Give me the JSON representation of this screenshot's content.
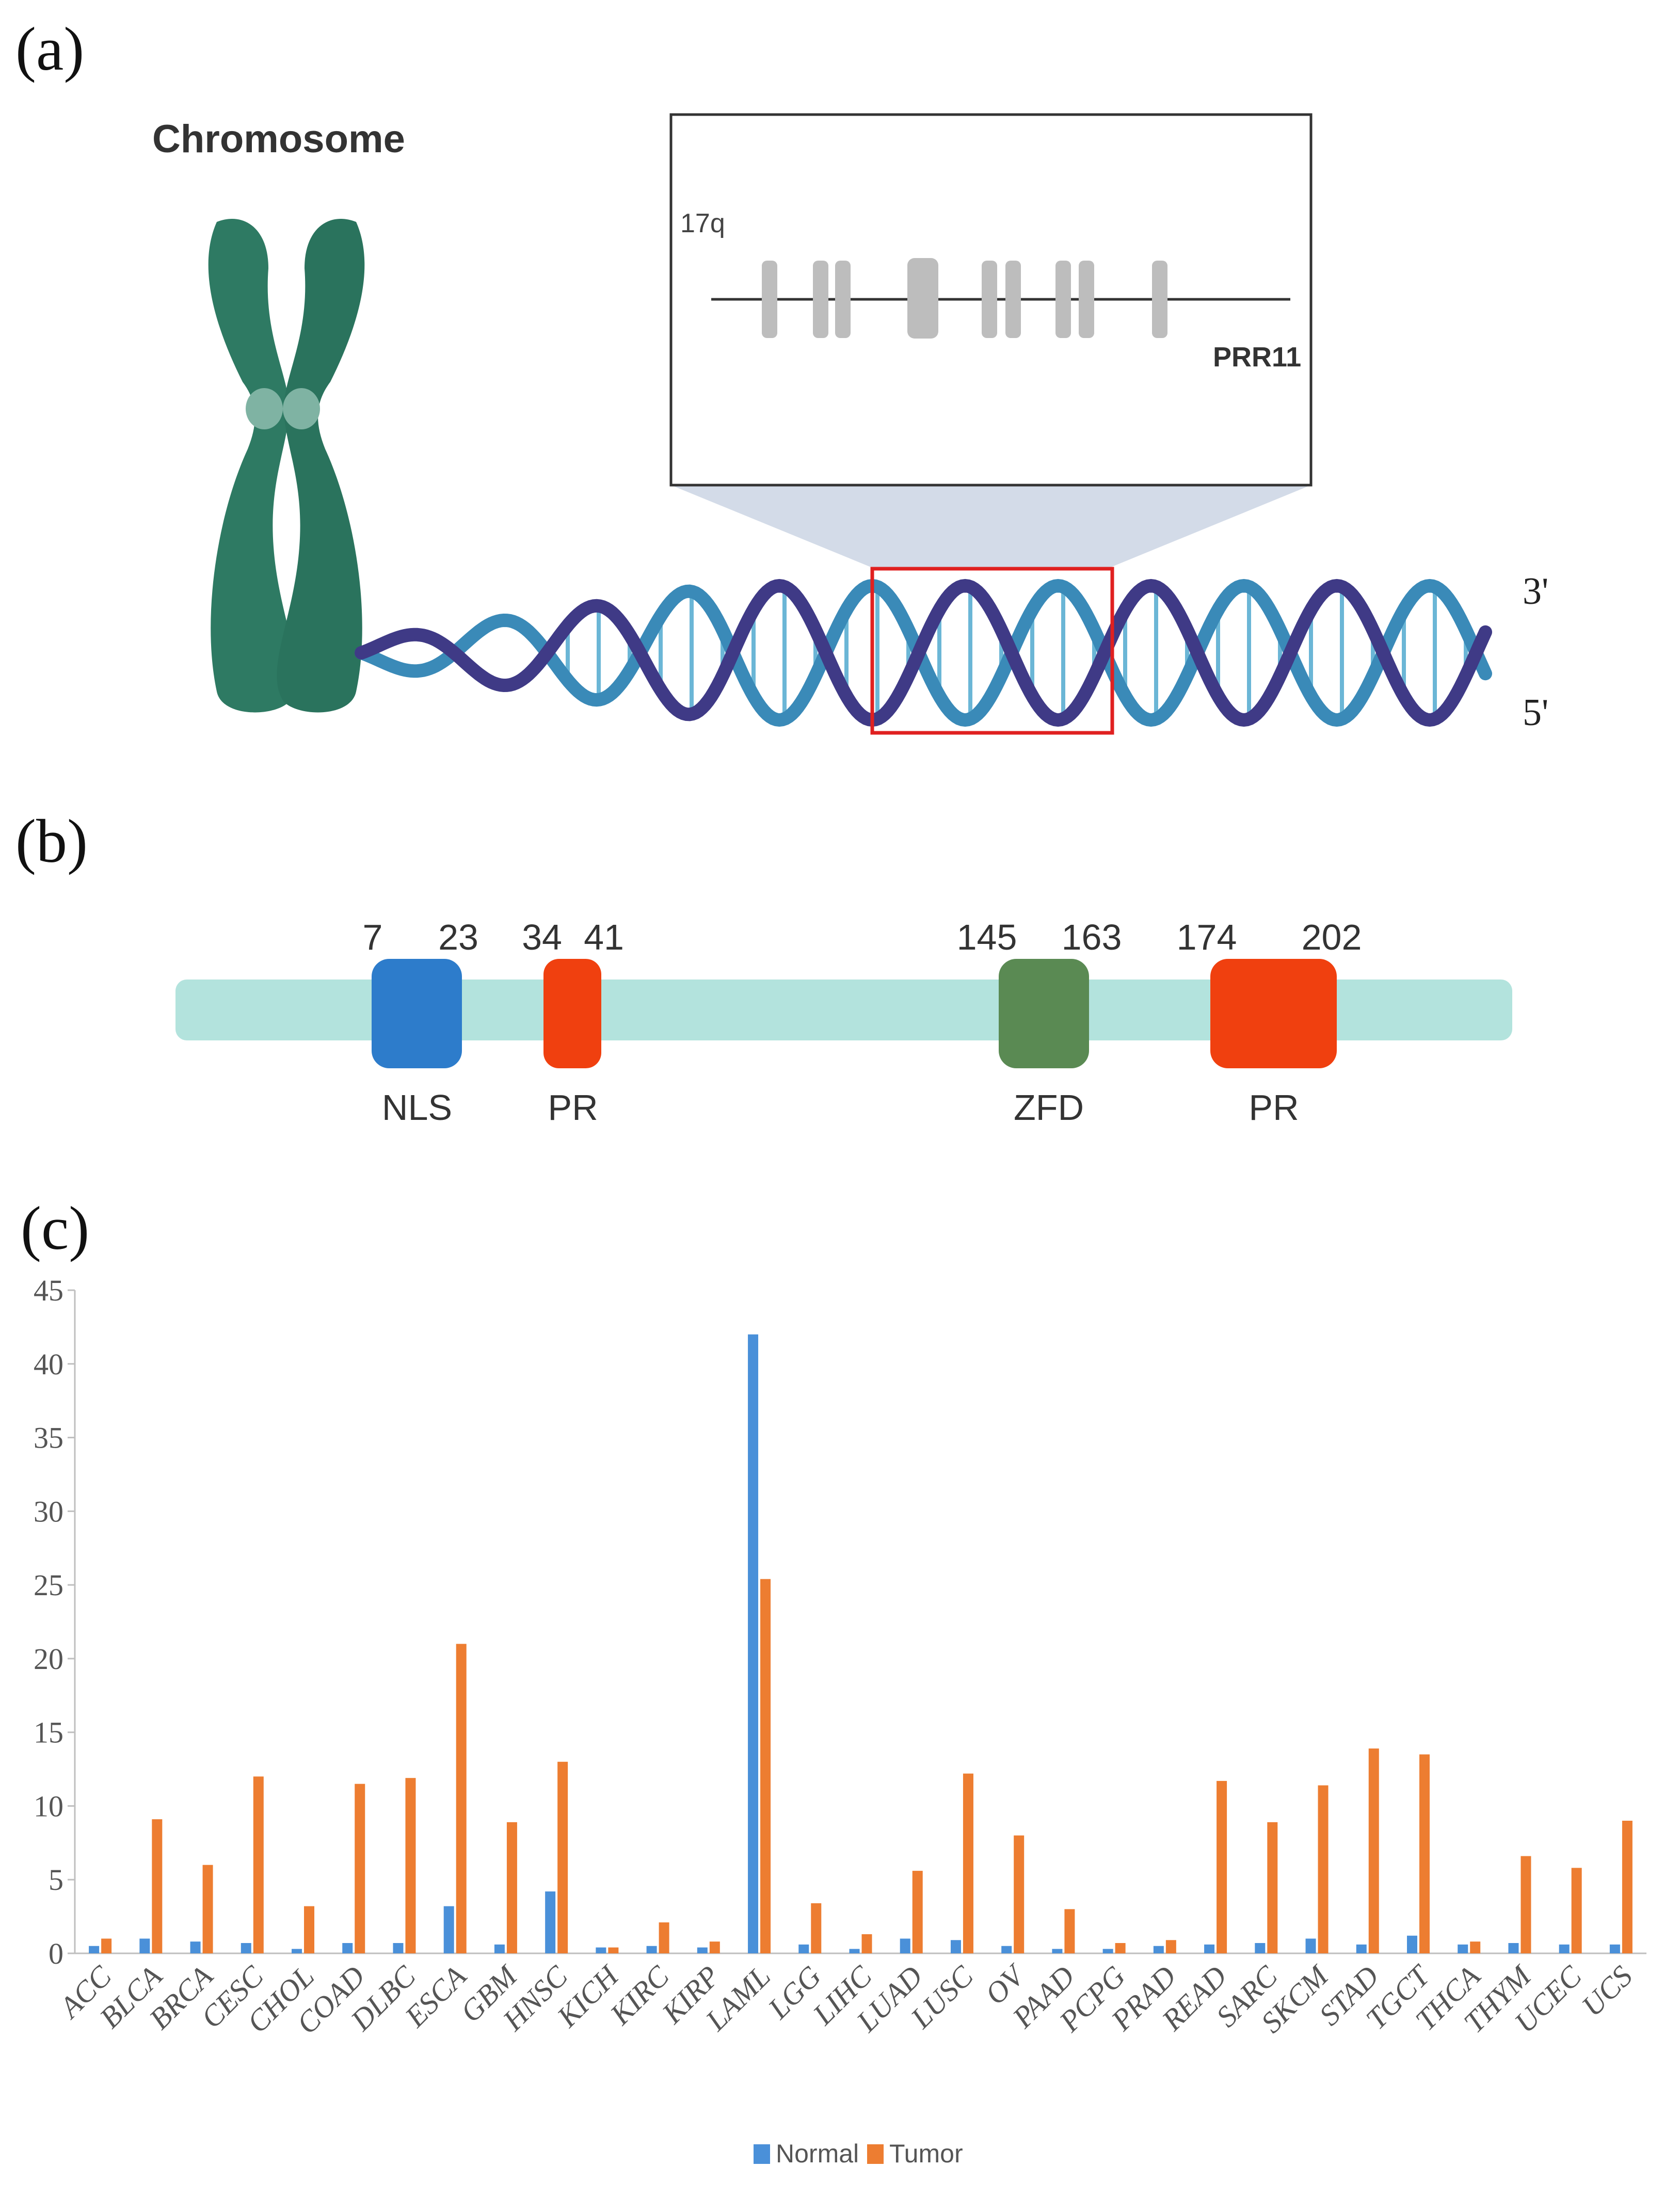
{
  "panels": {
    "a": "(a)",
    "b": "(b)",
    "c": "(c)"
  },
  "panel_a": {
    "chromosome_label": "Chromosome",
    "locus_label": "17q",
    "gene_label": "PRR11",
    "strand_top": "3'",
    "strand_bottom": "5'",
    "colors": {
      "chromosome": "#2e7a63",
      "exon": "#bdbdbd",
      "highlight_box": "#e02020",
      "dna_strand_a": "#3a8ab8",
      "dna_strand_b": "#3f3a86"
    }
  },
  "panel_b": {
    "domains": [
      {
        "label": "NLS",
        "start": "7",
        "end": "23",
        "color": "#2d7ccb"
      },
      {
        "label": "PR",
        "start": "34",
        "end": "41",
        "color": "#f0400f"
      },
      {
        "label": "ZFD",
        "start": "145",
        "end": "163",
        "color": "#5a8a53"
      },
      {
        "label": "PR",
        "start": "174",
        "end": "202",
        "color": "#f0400f"
      }
    ],
    "backbone_color": "#b3e3dd"
  },
  "chart_data": {
    "type": "bar",
    "categories": [
      "ACC",
      "BLCA",
      "BRCA",
      "CESC",
      "CHOL",
      "COAD",
      "DLBC",
      "ESCA",
      "GBM",
      "HNSC",
      "KICH",
      "KIRC",
      "KIRP",
      "LAML",
      "LGG",
      "LIHC",
      "LUAD",
      "LUSC",
      "OV",
      "PAAD",
      "PCPG",
      "PRAD",
      "READ",
      "SARC",
      "SKCM",
      "STAD",
      "TGCT",
      "THCA",
      "THYM",
      "UCEC",
      "UCS"
    ],
    "series": [
      {
        "name": "Normal",
        "color": "#4a90d9",
        "values": [
          0.5,
          1.0,
          0.8,
          0.7,
          0.3,
          0.7,
          0.7,
          3.2,
          0.6,
          4.2,
          0.4,
          0.5,
          0.4,
          42.0,
          0.6,
          0.3,
          1.0,
          0.9,
          0.5,
          0.3,
          0.3,
          0.5,
          0.6,
          0.7,
          1.0,
          0.6,
          1.2,
          0.6,
          0.7,
          0.6,
          0.6
        ]
      },
      {
        "name": "Tumor",
        "color": "#ed7d31",
        "values": [
          1.0,
          9.1,
          6.0,
          12.0,
          3.2,
          11.5,
          11.9,
          21.0,
          8.9,
          13.0,
          0.4,
          2.1,
          0.8,
          25.4,
          3.4,
          1.3,
          5.6,
          12.2,
          8.0,
          3.0,
          0.7,
          0.9,
          11.7,
          8.9,
          11.4,
          13.9,
          13.5,
          0.8,
          6.6,
          5.8,
          9.0
        ]
      }
    ],
    "y_ticks": [
      "0",
      "5",
      "10",
      "15",
      "20",
      "25",
      "30",
      "35",
      "40",
      "45"
    ],
    "ylim": [
      0,
      45
    ],
    "grid": false,
    "legend_position": "bottom-center"
  }
}
